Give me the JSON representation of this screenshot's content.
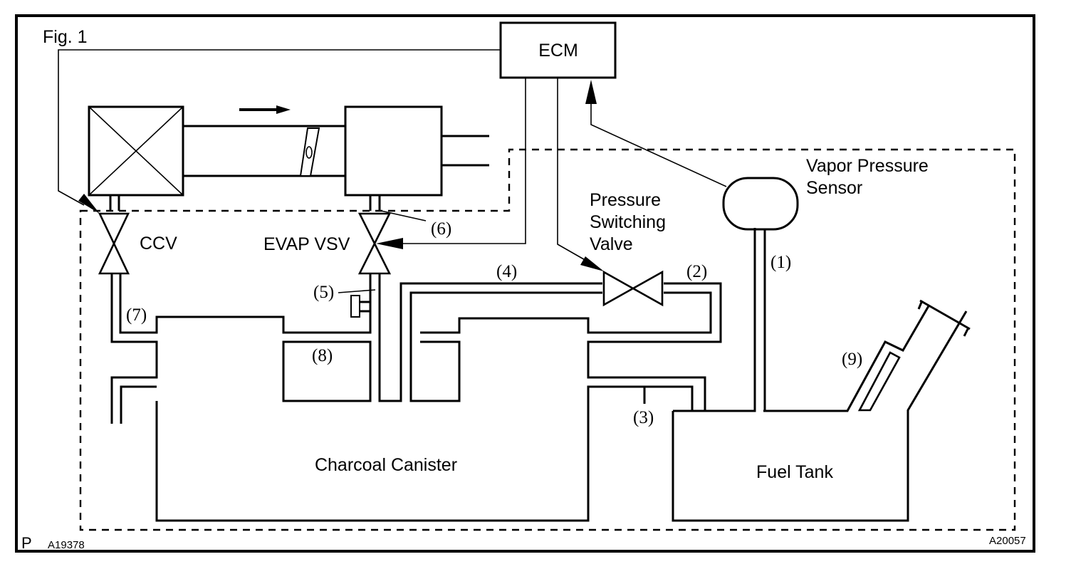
{
  "figure": {
    "title": "Fig. 1",
    "corner_letter": "P",
    "code_left": "A19378",
    "code_right": "A20057"
  },
  "components": {
    "ecm": "ECM",
    "vapor_pressure_sensor_line1": "Vapor Pressure",
    "vapor_pressure_sensor_line2": "Sensor",
    "pressure_switching_valve_line1": "Pressure",
    "pressure_switching_valve_line2": "Switching",
    "pressure_switching_valve_line3": "Valve",
    "ccv": "CCV",
    "evap_vsv": "EVAP VSV",
    "charcoal_canister": "Charcoal Canister",
    "fuel_tank": "Fuel Tank"
  },
  "callouts": {
    "c1": "(1)",
    "c2": "(2)",
    "c3": "(3)",
    "c4": "(4)",
    "c5": "(5)",
    "c6": "(6)",
    "c7": "(7)",
    "c8": "(8)",
    "c9": "(9)"
  }
}
